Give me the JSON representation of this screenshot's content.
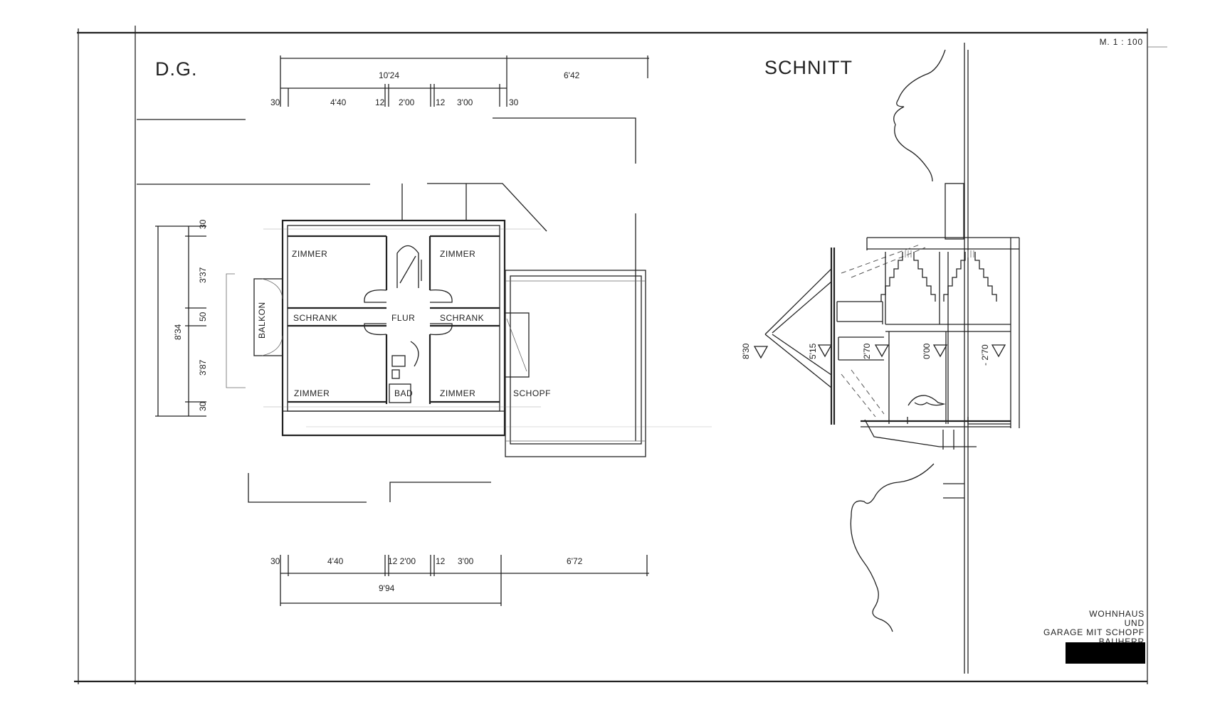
{
  "scale": "M.  1 : 100",
  "plan": {
    "title": "D.G.",
    "rooms": {
      "zimmer_nw": "ZIMMER",
      "zimmer_ne": "ZIMMER",
      "zimmer_sw": "ZIMMER",
      "zimmer_se": "ZIMMER",
      "schrank_w": "SCHRANK",
      "schrank_e": "SCHRANK",
      "flur": "FLUR",
      "bad": "BAD",
      "balkon": "BALKON",
      "schopf": "SCHOPF"
    },
    "dims_top": {
      "total_a": "10'24",
      "total_b": "6'42",
      "s1": "30",
      "s2": "4'40",
      "s3": "12",
      "s4": "2'00",
      "s5": "12",
      "s6": "3'00",
      "s7": "30"
    },
    "dims_bottom": {
      "s1": "30",
      "s2": "4'40",
      "s3": "12 2'00",
      "s4": "12",
      "s5": "3'00",
      "s6": "6'72",
      "total": "9'94"
    },
    "dims_left": {
      "total": "8'34",
      "s1": "30",
      "s2": "3'37",
      "s3": "50",
      "s4": "3'87",
      "s5": "30"
    }
  },
  "section": {
    "title": "SCHNITT",
    "levels": [
      "8'30",
      "5'15",
      "2'70",
      "0'00",
      "- 2'70"
    ]
  },
  "title_block": {
    "line1": "WOHNHAUS",
    "line2": "UND",
    "line3": "GARAGE  MIT SCHOPF",
    "line4": "BAUHERR"
  }
}
